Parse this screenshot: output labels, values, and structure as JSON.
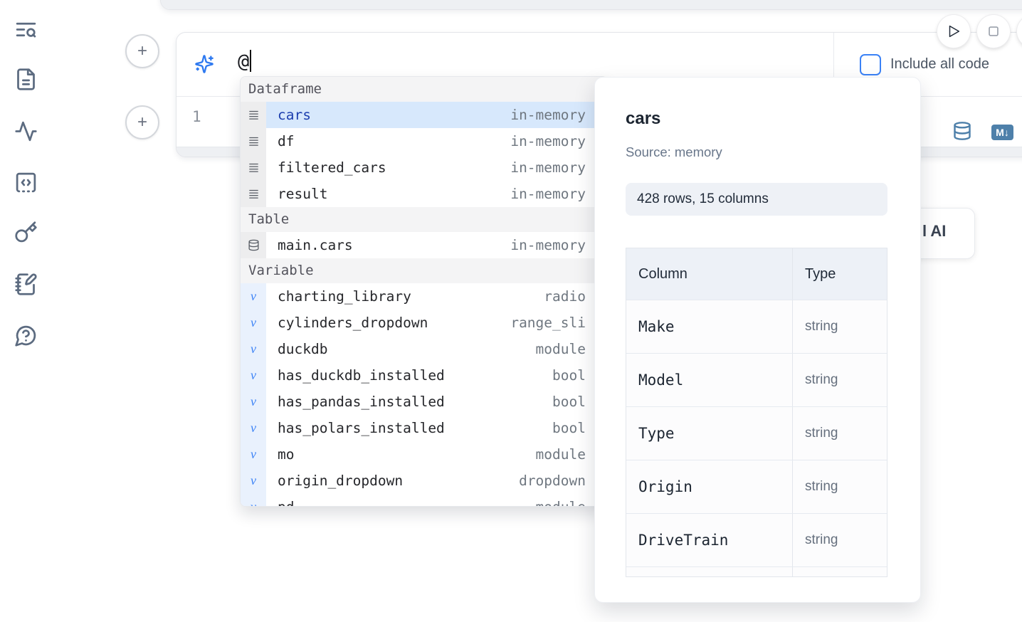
{
  "colors": {
    "accent_blue": "#3b82f6",
    "steel_blue": "#4e80aa",
    "selection_bg": "#d7e8fc",
    "selection_text": "#1e40af"
  },
  "sidebar": {
    "icons": [
      "text-search",
      "file-document",
      "activity",
      "code-snippet",
      "key",
      "notebook-pen",
      "help-circle"
    ]
  },
  "run_controls": {
    "play": "play-icon",
    "stop": "stop-icon"
  },
  "add_cell": {
    "plus_label": "+"
  },
  "ai_panel": {
    "prompt_text": "@",
    "include_all_code_label": "Include all code"
  },
  "editor": {
    "line_number": "1"
  },
  "cell_actions": {
    "markdown_badge": "M↓"
  },
  "ai_button_fragment": {
    "visible_label": "l AI"
  },
  "completion_menu": {
    "sections": [
      {
        "label": "Dataframe",
        "kind": "dataframe",
        "items": [
          {
            "name": "cars",
            "type": "in-memory",
            "selected": true
          },
          {
            "name": "df",
            "type": "in-memory"
          },
          {
            "name": "filtered_cars",
            "type": "in-memory"
          },
          {
            "name": "result",
            "type": "in-memory"
          }
        ]
      },
      {
        "label": "Table",
        "kind": "table",
        "items": [
          {
            "name": "main.cars",
            "type": "in-memory"
          }
        ]
      },
      {
        "label": "Variable",
        "kind": "variable",
        "items": [
          {
            "name": "charting_library",
            "type": "radio"
          },
          {
            "name": "cylinders_dropdown",
            "type": "range_sli"
          },
          {
            "name": "duckdb",
            "type": "module"
          },
          {
            "name": "has_duckdb_installed",
            "type": "bool"
          },
          {
            "name": "has_pandas_installed",
            "type": "bool"
          },
          {
            "name": "has_polars_installed",
            "type": "bool"
          },
          {
            "name": "mo",
            "type": "module"
          },
          {
            "name": "origin_dropdown",
            "type": "dropdown"
          },
          {
            "name": "pd",
            "type": "module"
          }
        ]
      }
    ]
  },
  "preview": {
    "title": "cars",
    "source": "Source: memory",
    "shape_badge": "428 rows, 15 columns",
    "table": {
      "headers": [
        "Column",
        "Type"
      ],
      "rows": [
        [
          "Make",
          "string"
        ],
        [
          "Model",
          "string"
        ],
        [
          "Type",
          "string"
        ],
        [
          "Origin",
          "string"
        ],
        [
          "DriveTrain",
          "string"
        ],
        [
          "",
          ""
        ]
      ]
    }
  }
}
